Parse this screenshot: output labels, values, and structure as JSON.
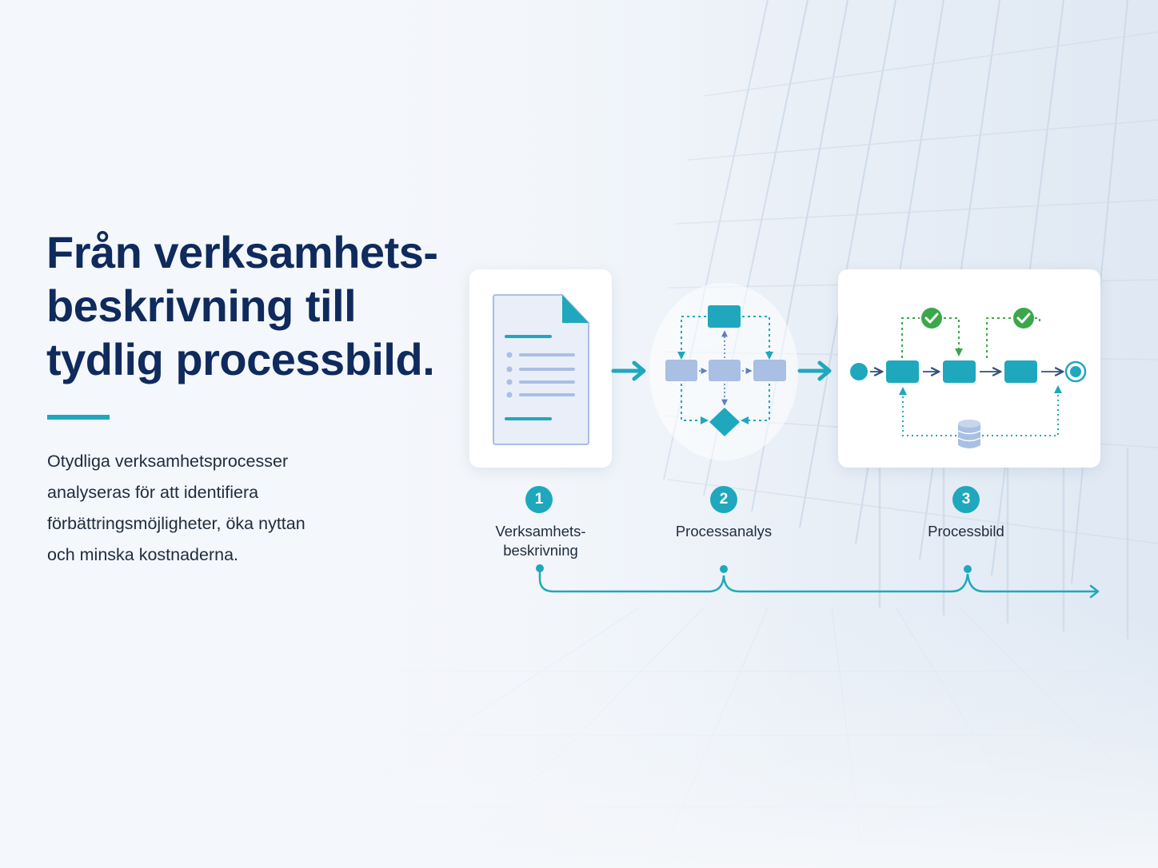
{
  "headline": {
    "line1": "Från verksamhets-",
    "line2": "beskrivning till",
    "line3": "tydlig processbild."
  },
  "body": {
    "line1": "Otydliga verksamhetsprocesser",
    "line2": "analyseras för att identifiera",
    "line3": "förbättringsmöjligheter, öka nyttan",
    "line4": "och minska kostnaderna."
  },
  "steps": [
    {
      "number": "1",
      "label_line1": "Verksamhets-",
      "label_line2": "beskrivning"
    },
    {
      "number": "2",
      "label_line1": "Processanalys",
      "label_line2": ""
    },
    {
      "number": "3",
      "label_line1": "Processbild",
      "label_line2": ""
    }
  ],
  "colors": {
    "navy": "#0f2a5c",
    "teal": "#1fa8bd",
    "teal_dark": "#1596ab",
    "periwinkle": "#a9bfe3",
    "green": "#3aa84a",
    "text": "#1f2b3d"
  },
  "icons": {
    "step1": "document-icon",
    "step2": "flowchart-icon",
    "step3": "process-map-icon",
    "check": "check-icon",
    "database": "database-icon"
  }
}
